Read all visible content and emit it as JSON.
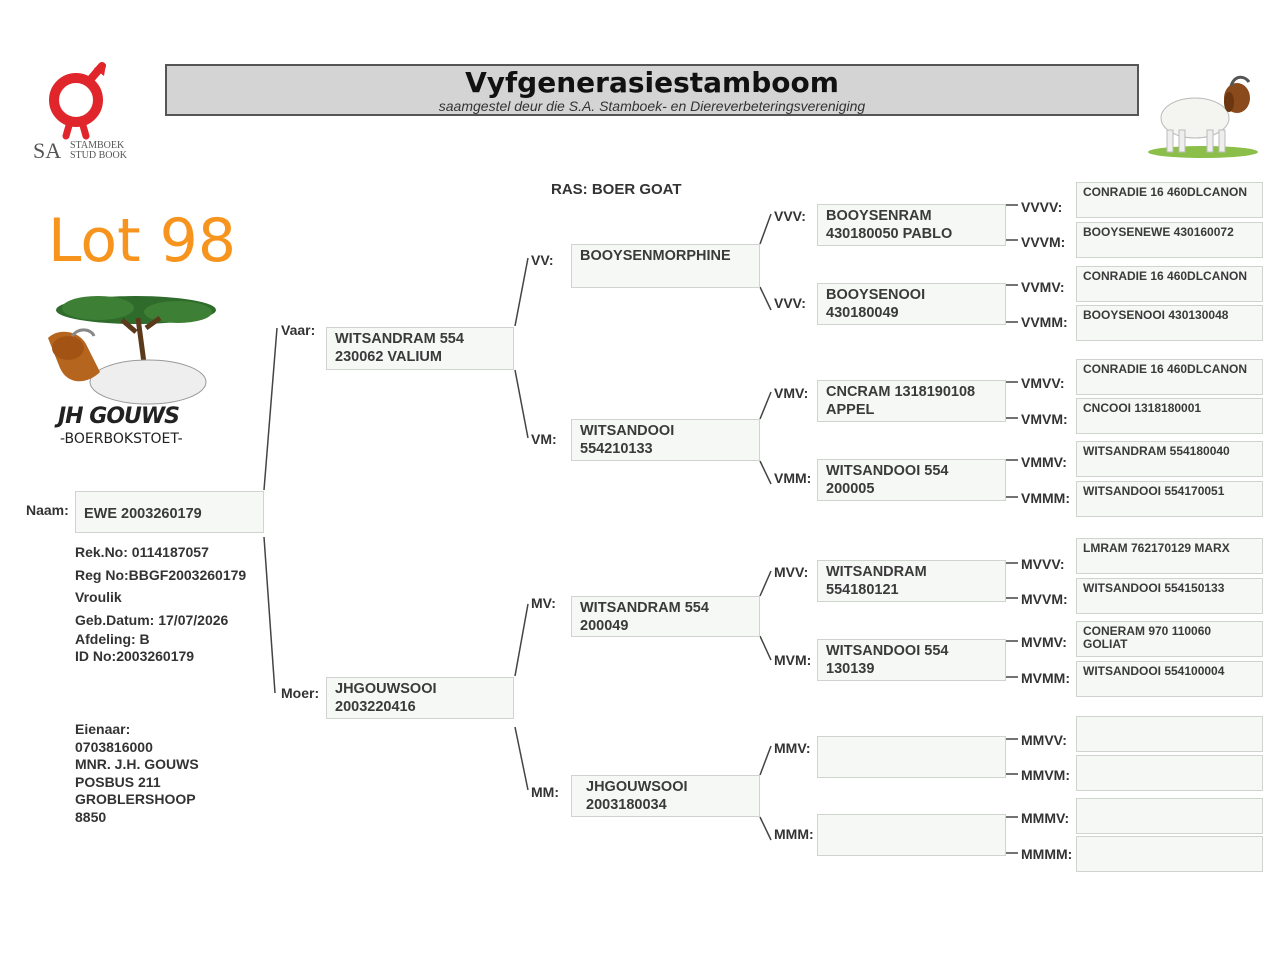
{
  "header": {
    "title": "Vyfgenerasiestamboom",
    "subtitle": "saamgestel deur die S.A. Stamboek- en Diereverbeteringsvereniging"
  },
  "logo_sa": {
    "sa": "SA",
    "line1": "STAMBOEK",
    "line2": "STUD BOOK",
    "color": "#e0252b"
  },
  "lot": {
    "text": "Lot 98",
    "color": "#f7941d"
  },
  "breeder_logo": {
    "name": "JH GOUWS",
    "sub": "-BOERBOKSTOET-"
  },
  "ras": "RAS: BOER GOAT",
  "animal": {
    "naam_label": "Naam:",
    "naam": "EWE 2003260179",
    "details": [
      "Rek.No: 0114187057",
      "Reg No:BBGF2003260179",
      "Vroulik",
      "Geb.Datum: 17/07/2026",
      "Afdeling: B",
      "ID No:2003260179"
    ]
  },
  "owner": [
    "Eienaar:",
    "0703816000",
    "MNR. J.H. GOUWS",
    "POSBUS 211",
    "GROBLERSHOOP",
    "8850"
  ],
  "labels": {
    "vaar": "Vaar:",
    "moer": "Moer:",
    "vv": "VV:",
    "vm": "VM:",
    "mv": "MV:",
    "mm": "MM:",
    "vvv": "VVV:",
    "vvm": "VVV:",
    "vmv": "VMV:",
    "vmm": "VMM:",
    "mvv": "MVV:",
    "mvm": "MVM:",
    "mmv": "MMV:",
    "mmm": "MMM:",
    "g4": [
      "VVVV:",
      "VVVM:",
      "VVMV:",
      "VVMM:",
      "VMVV:",
      "VMVM:",
      "VMMV:",
      "VMMM:",
      "MVVV:",
      "MVVM:",
      "MVMV:",
      "MVMM:",
      "MMVV:",
      "MMVM:",
      "MMMV:",
      "MMMM:"
    ]
  },
  "pedigree": {
    "vaar": "WITSANDRAM 554\n230062 VALIUM",
    "moer": "JHGOUWSOOI\n2003220416",
    "vv": "BOOYSENMORPHINE",
    "vm": "WITSANDOOI\n554210133",
    "mv": "WITSANDRAM 554\n200049",
    "mm": "JHGOUWSOOI\n2003180034",
    "vvv": "BOOYSENRAM\n430180050 PABLO",
    "vvm": "BOOYSENOOI\n430180049",
    "vmv": "CNCRAM 1318190108\nAPPEL",
    "vmm": "WITSANDOOI 554\n200005",
    "mvv": "WITSANDRAM\n554180121",
    "mvm": "WITSANDOOI 554\n130139",
    "mmv": "",
    "mmm": "",
    "g4": [
      "CONRADIE 16 460DLCANON",
      "BOOYSENEWE 430160072",
      "CONRADIE 16 460DLCANON",
      "BOOYSENOOI 430130048",
      "CONRADIE 16 460DLCANON",
      "CNCOOI 1318180001",
      "WITSANDRAM 554180040",
      "WITSANDOOI 554170051",
      "LMRAM 762170129 MARX",
      "WITSANDOOI 554150133",
      "CONERAM 970 110060\nGOLIAT",
      "WITSANDOOI 554100004",
      "",
      "",
      "",
      ""
    ]
  }
}
